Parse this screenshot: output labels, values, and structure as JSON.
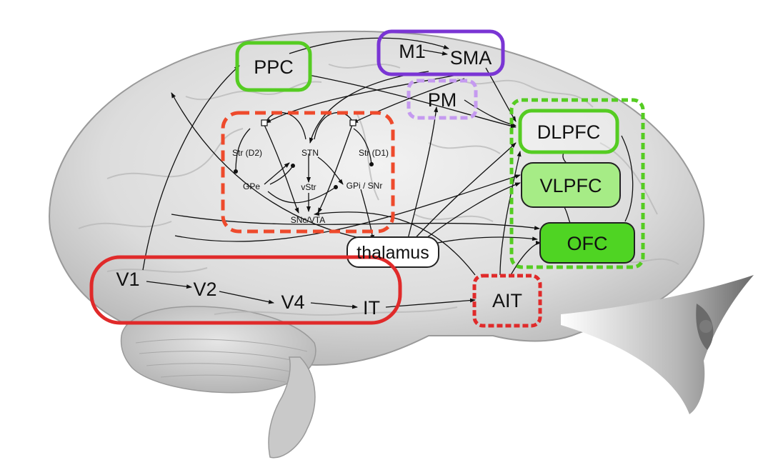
{
  "regions": {
    "ppc": "PPC",
    "m1": "M1",
    "sma": "SMA",
    "pm": "PM",
    "dlpfc": "DLPFC",
    "vlpfc": "VLPFC",
    "ofc": "OFC",
    "thalamus": "thalamus",
    "v1": "V1",
    "v2": "V2",
    "v4": "V4",
    "it": "IT",
    "ait": "AIT"
  },
  "basal_ganglia": {
    "str_d2": "Str (D2)",
    "stn": "STN",
    "str_d1": "Str (D1)",
    "gpe": "GPe",
    "vstr": "vStr",
    "gpi_snr": "GPi / SNr",
    "snc_vta": "SNc/VTA"
  },
  "colors": {
    "green": "#55cc22",
    "light_green": "#a6ec86",
    "mid_green": "#8fe46a",
    "dark_green_fill": "#4fd423",
    "purple": "#7a35d4",
    "light_purple": "#c59af0",
    "orange_red": "#ee4a2c",
    "red": "#e02a2a",
    "brain_gray": "#d9d9d9"
  }
}
